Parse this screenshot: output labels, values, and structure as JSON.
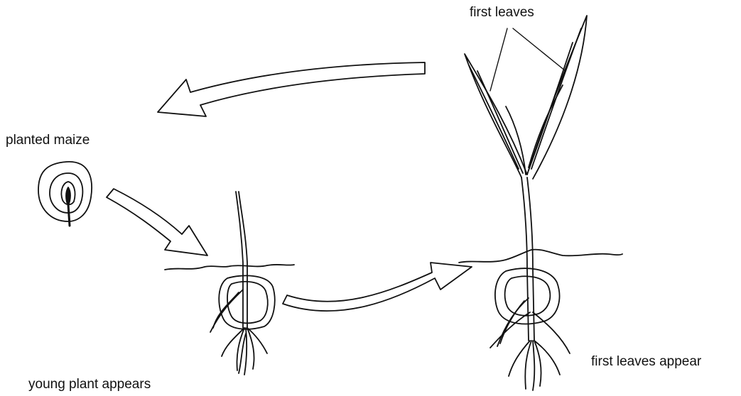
{
  "labels": {
    "first_leaves": "first leaves",
    "planted_maize": "planted maize",
    "young_plant_appears": "young plant appears",
    "first_leaves_appear": "first leaves appear"
  },
  "colors": {
    "ink": "#111111",
    "background": "#ffffff"
  },
  "icons": [
    "maize-seed-icon",
    "seedling-icon",
    "young-maize-plant-icon",
    "cycle-arrow-icon"
  ]
}
